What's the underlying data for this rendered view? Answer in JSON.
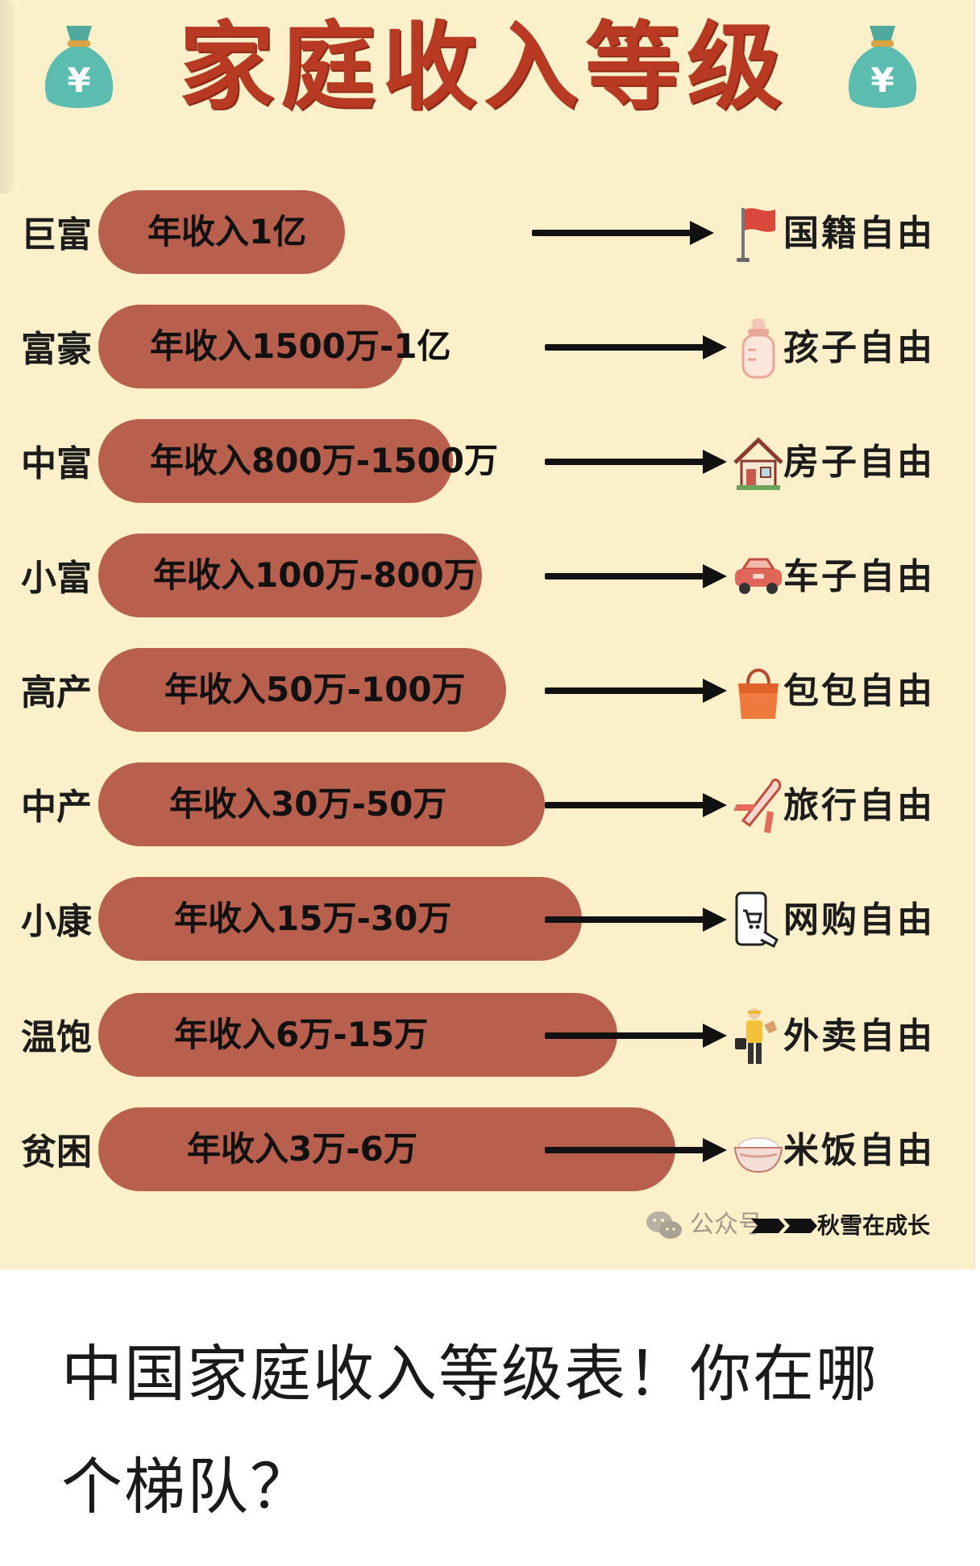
{
  "poster": {
    "title": "家庭收入等级",
    "rows": [
      {
        "tier": "巨富",
        "income": "年收入1亿",
        "freedom": "国籍自由",
        "icon": "red-flag-icon"
      },
      {
        "tier": "富豪",
        "income": "年收入1500万-1亿",
        "freedom": "孩子自由",
        "icon": "baby-bottle-icon"
      },
      {
        "tier": "中富",
        "income": "年收入800万-1500万",
        "freedom": "房子自由",
        "icon": "house-icon"
      },
      {
        "tier": "小富",
        "income": "年收入100万-800万",
        "freedom": "车子自由",
        "icon": "car-icon"
      },
      {
        "tier": "高产",
        "income": "年收入50万-100万",
        "freedom": "包包自由",
        "icon": "handbag-icon"
      },
      {
        "tier": "中产",
        "income": "年收入30万-50万",
        "freedom": "旅行自由",
        "icon": "airplane-icon"
      },
      {
        "tier": "小康",
        "income": "年收入15万-30万",
        "freedom": "网购自由",
        "icon": "phone-shopping-icon"
      },
      {
        "tier": "温饱",
        "income": "年收入6万-15万",
        "freedom": "外卖自由",
        "icon": "delivery-man-icon"
      },
      {
        "tier": "贫困",
        "income": "年收入3万-6万",
        "freedom": "米饭自由",
        "icon": "rice-bowl-icon"
      }
    ],
    "watermark": {
      "prefix": "公众号",
      "account": "秋雪在成长"
    }
  },
  "article": {
    "headline": "中国家庭收入等级表！你在哪个梯队？"
  },
  "colors": {
    "poster_bg": "#fbf0c9",
    "title": "#b83a22",
    "pill": "#b85f4d",
    "money_bag": "#5cbcb0"
  }
}
